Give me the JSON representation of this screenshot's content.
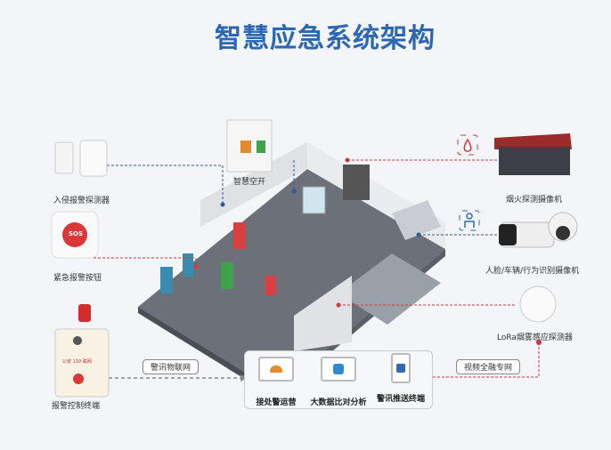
{
  "title": "智慧应急系统架构",
  "devices_left": [
    {
      "label": "入侵报警探测器"
    },
    {
      "label": "紧急报警按钮",
      "badge": "SOS"
    },
    {
      "label": "报警控制终端",
      "screen_text": "公安 110 联网"
    }
  ],
  "device_top": {
    "label": "智慧空开"
  },
  "devices_right": [
    {
      "label": "烟火探测摄像机",
      "icon": "fire-detect-icon"
    },
    {
      "label": "人脸/车辆/行为识别摄像机",
      "icon": "person-detect-icon"
    },
    {
      "label": "LoRa烟雾感应探测器"
    }
  ],
  "network_left": "警讯物联网",
  "network_right": "视频全融专网",
  "platform": [
    {
      "label": "接处警运营",
      "icon": "police-cap-icon"
    },
    {
      "label": "大数据比对分析",
      "icon": "data-analysis-icon"
    },
    {
      "label": "警讯推送终端",
      "icon": "mobile-push-icon"
    }
  ],
  "colors": {
    "title": "#2b67b3",
    "red_line": "#d03a3a",
    "blue_line": "#2f5a9a",
    "grey_line": "#888888"
  }
}
